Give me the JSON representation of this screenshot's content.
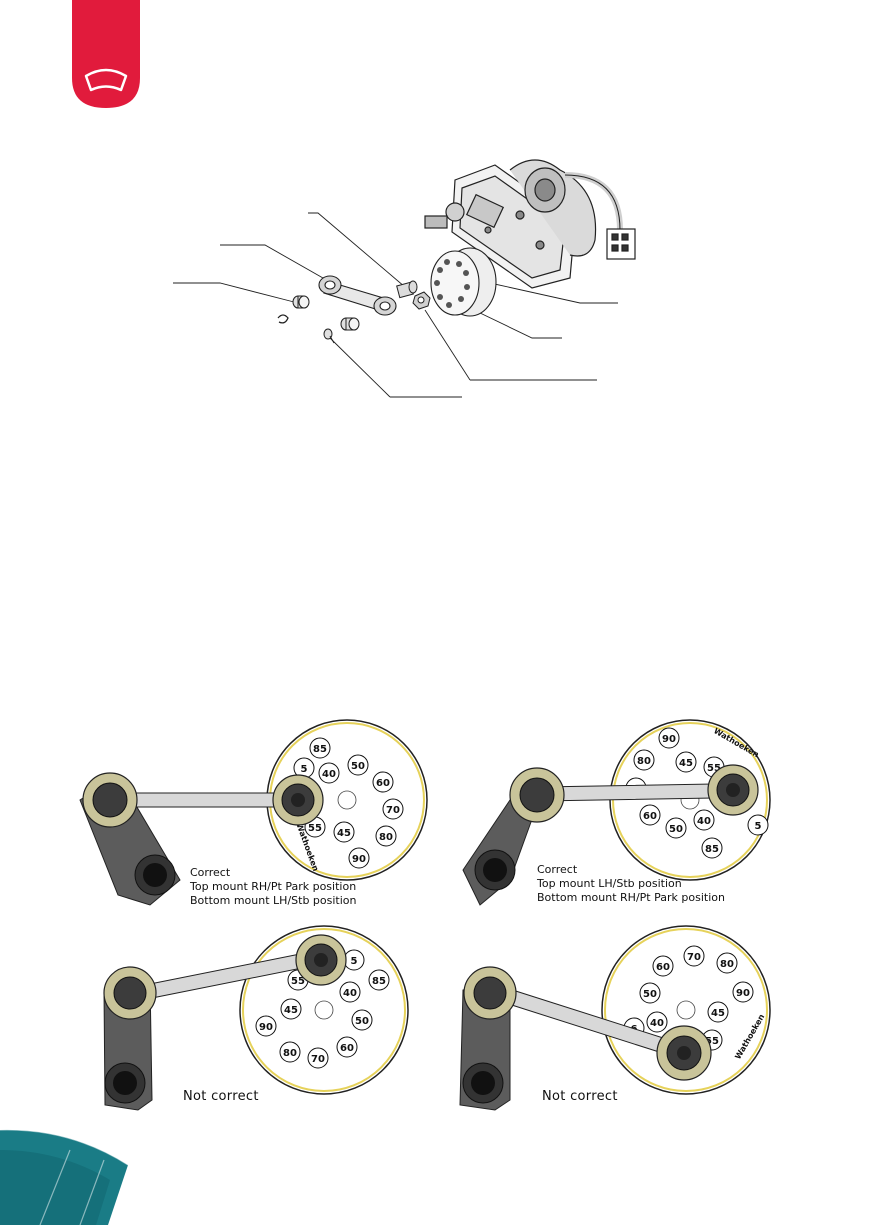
{
  "colors": {
    "brand_red": "#e11b3c",
    "teal": "#1a7c86",
    "teal_dark": "#0f5e68",
    "arm_grey": "#5c5c5c",
    "disc_yellow": "#e6d25a"
  },
  "header": {
    "icon": "windscreen-wiper-icon"
  },
  "captions": {
    "panel1": {
      "line1": "Correct",
      "line2": "Top mount RH/Pt Park position",
      "line3": "Bottom mount LH/Stb position"
    },
    "panel2": {
      "line1": "Correct",
      "line2": "Top mount LH/Stb position",
      "line3": "Bottom mount RH/Pt Park position"
    },
    "panel3": {
      "label": "Not correct"
    },
    "panel4": {
      "label": "Not correct"
    }
  },
  "disc_brand": "Wathoeken",
  "disc_numbers": {
    "panel1": [
      "85",
      "5",
      "40",
      "50",
      "60",
      "70",
      "80",
      "90",
      "45",
      "55"
    ],
    "panel2": [
      "90",
      "45",
      "80",
      "70",
      "60",
      "50",
      "40",
      "85",
      "5",
      "55"
    ],
    "panel3": [
      "5",
      "55",
      "40",
      "85",
      "45",
      "90",
      "50",
      "80",
      "70",
      "60"
    ],
    "panel4": [
      "70",
      "80",
      "60",
      "90",
      "50",
      "45",
      "40",
      "6",
      "55"
    ]
  }
}
